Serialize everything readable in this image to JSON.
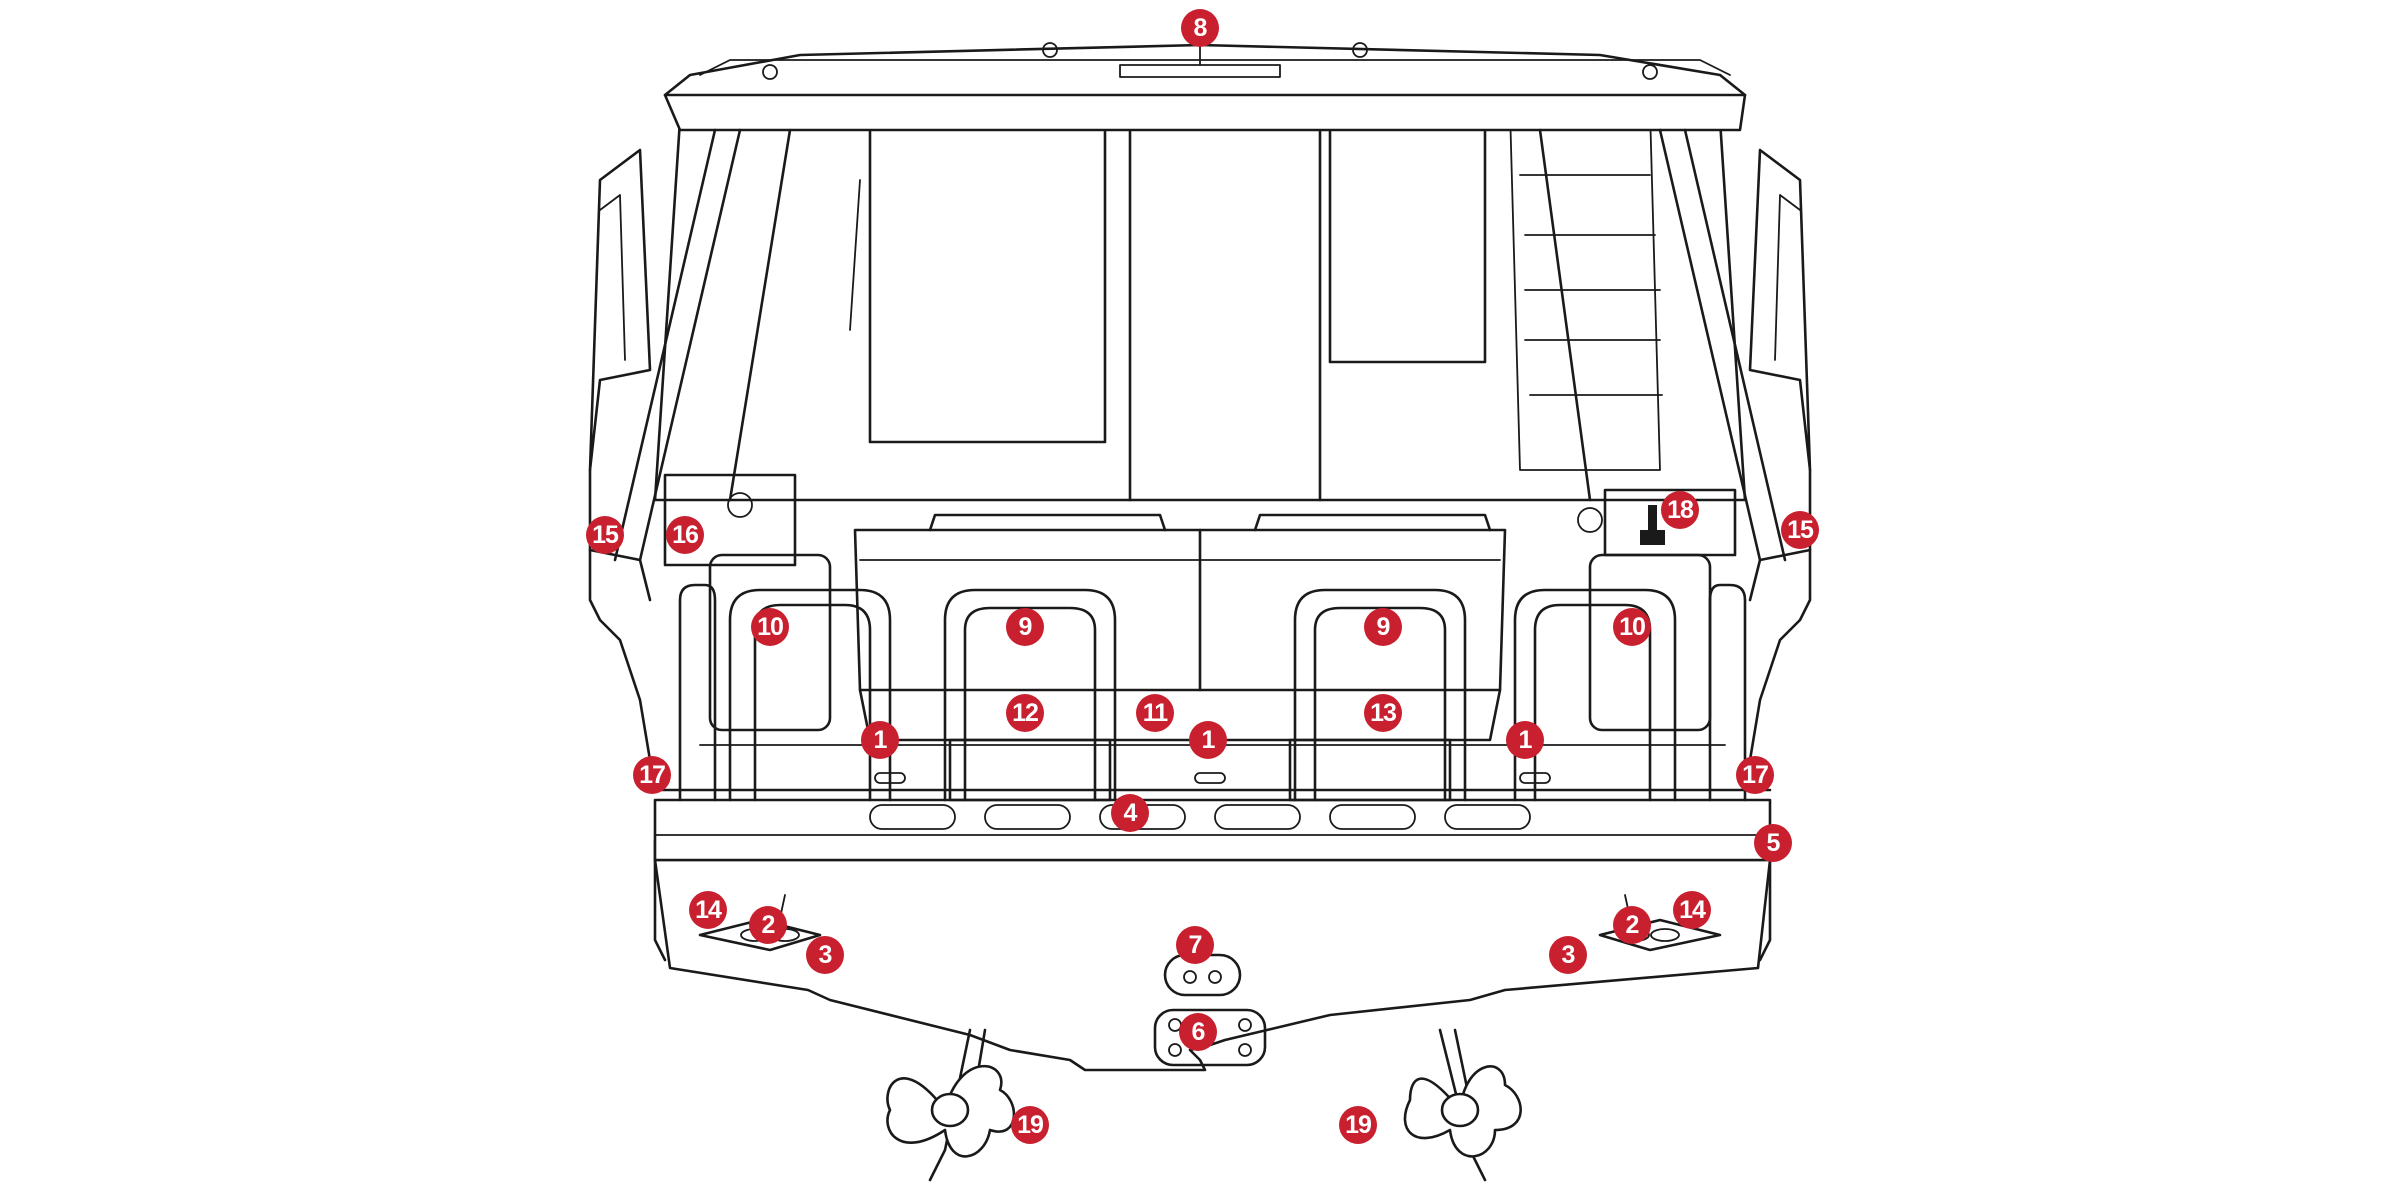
{
  "colors": {
    "badge": "#c8202f",
    "badge_text": "#ffffff",
    "line": "#1a1a1a",
    "background": "#ffffff"
  },
  "callouts": {
    "c1a": "1",
    "c1b": "1",
    "c1c": "1",
    "c2a": "2",
    "c2b": "2",
    "c3a": "3",
    "c3b": "3",
    "c4": "4",
    "c5": "5",
    "c6": "6",
    "c7": "7",
    "c8": "8",
    "c9a": "9",
    "c9b": "9",
    "c10a": "10",
    "c10b": "10",
    "c11": "11",
    "c12": "12",
    "c13": "13",
    "c14a": "14",
    "c14b": "14",
    "c15a": "15",
    "c15b": "15",
    "c16": "16",
    "c17a": "17",
    "c17b": "17",
    "c18": "18",
    "c19a": "19",
    "c19b": "19"
  }
}
